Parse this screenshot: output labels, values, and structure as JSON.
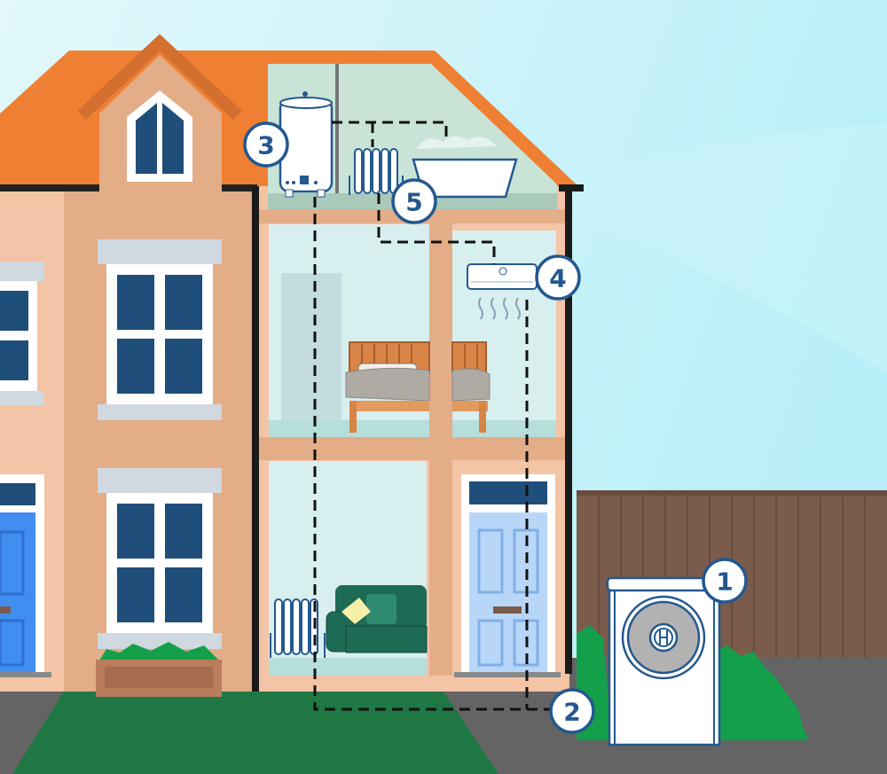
{
  "colors": {
    "sky": "#d6f5fa",
    "roof": "#ef8033",
    "house_wall": "#f3c4a6",
    "tower_wall": "#e3ad88",
    "window": "#1f4e7a",
    "fence": "#7a5b4c",
    "lawn": "#1f7843",
    "ground": "#646464",
    "callout_stroke": "#24588f",
    "dashed_pipe": "#111111"
  },
  "callouts": [
    {
      "id": "1",
      "label": "1",
      "target": "heat-pump-outdoor-unit"
    },
    {
      "id": "2",
      "label": "2",
      "target": "pipework-connection"
    },
    {
      "id": "3",
      "label": "3",
      "target": "hot-water-cylinder"
    },
    {
      "id": "4",
      "label": "4",
      "target": "air-conditioning-unit"
    },
    {
      "id": "5",
      "label": "5",
      "target": "radiator"
    }
  ]
}
